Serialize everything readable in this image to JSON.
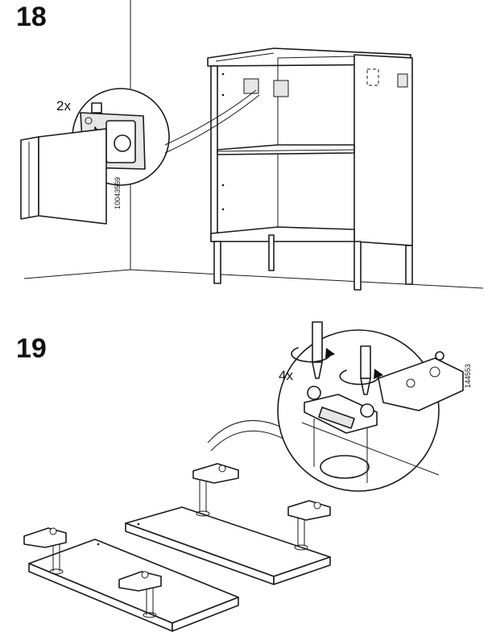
{
  "steps": [
    {
      "number": "18",
      "quantity": "2x",
      "part_code": "10043569",
      "part_icon": "wall-bracket-icon"
    },
    {
      "number": "19",
      "quantity": "4x",
      "part_code": "144553",
      "part_icon": "cabinet-hinge-icon"
    }
  ]
}
